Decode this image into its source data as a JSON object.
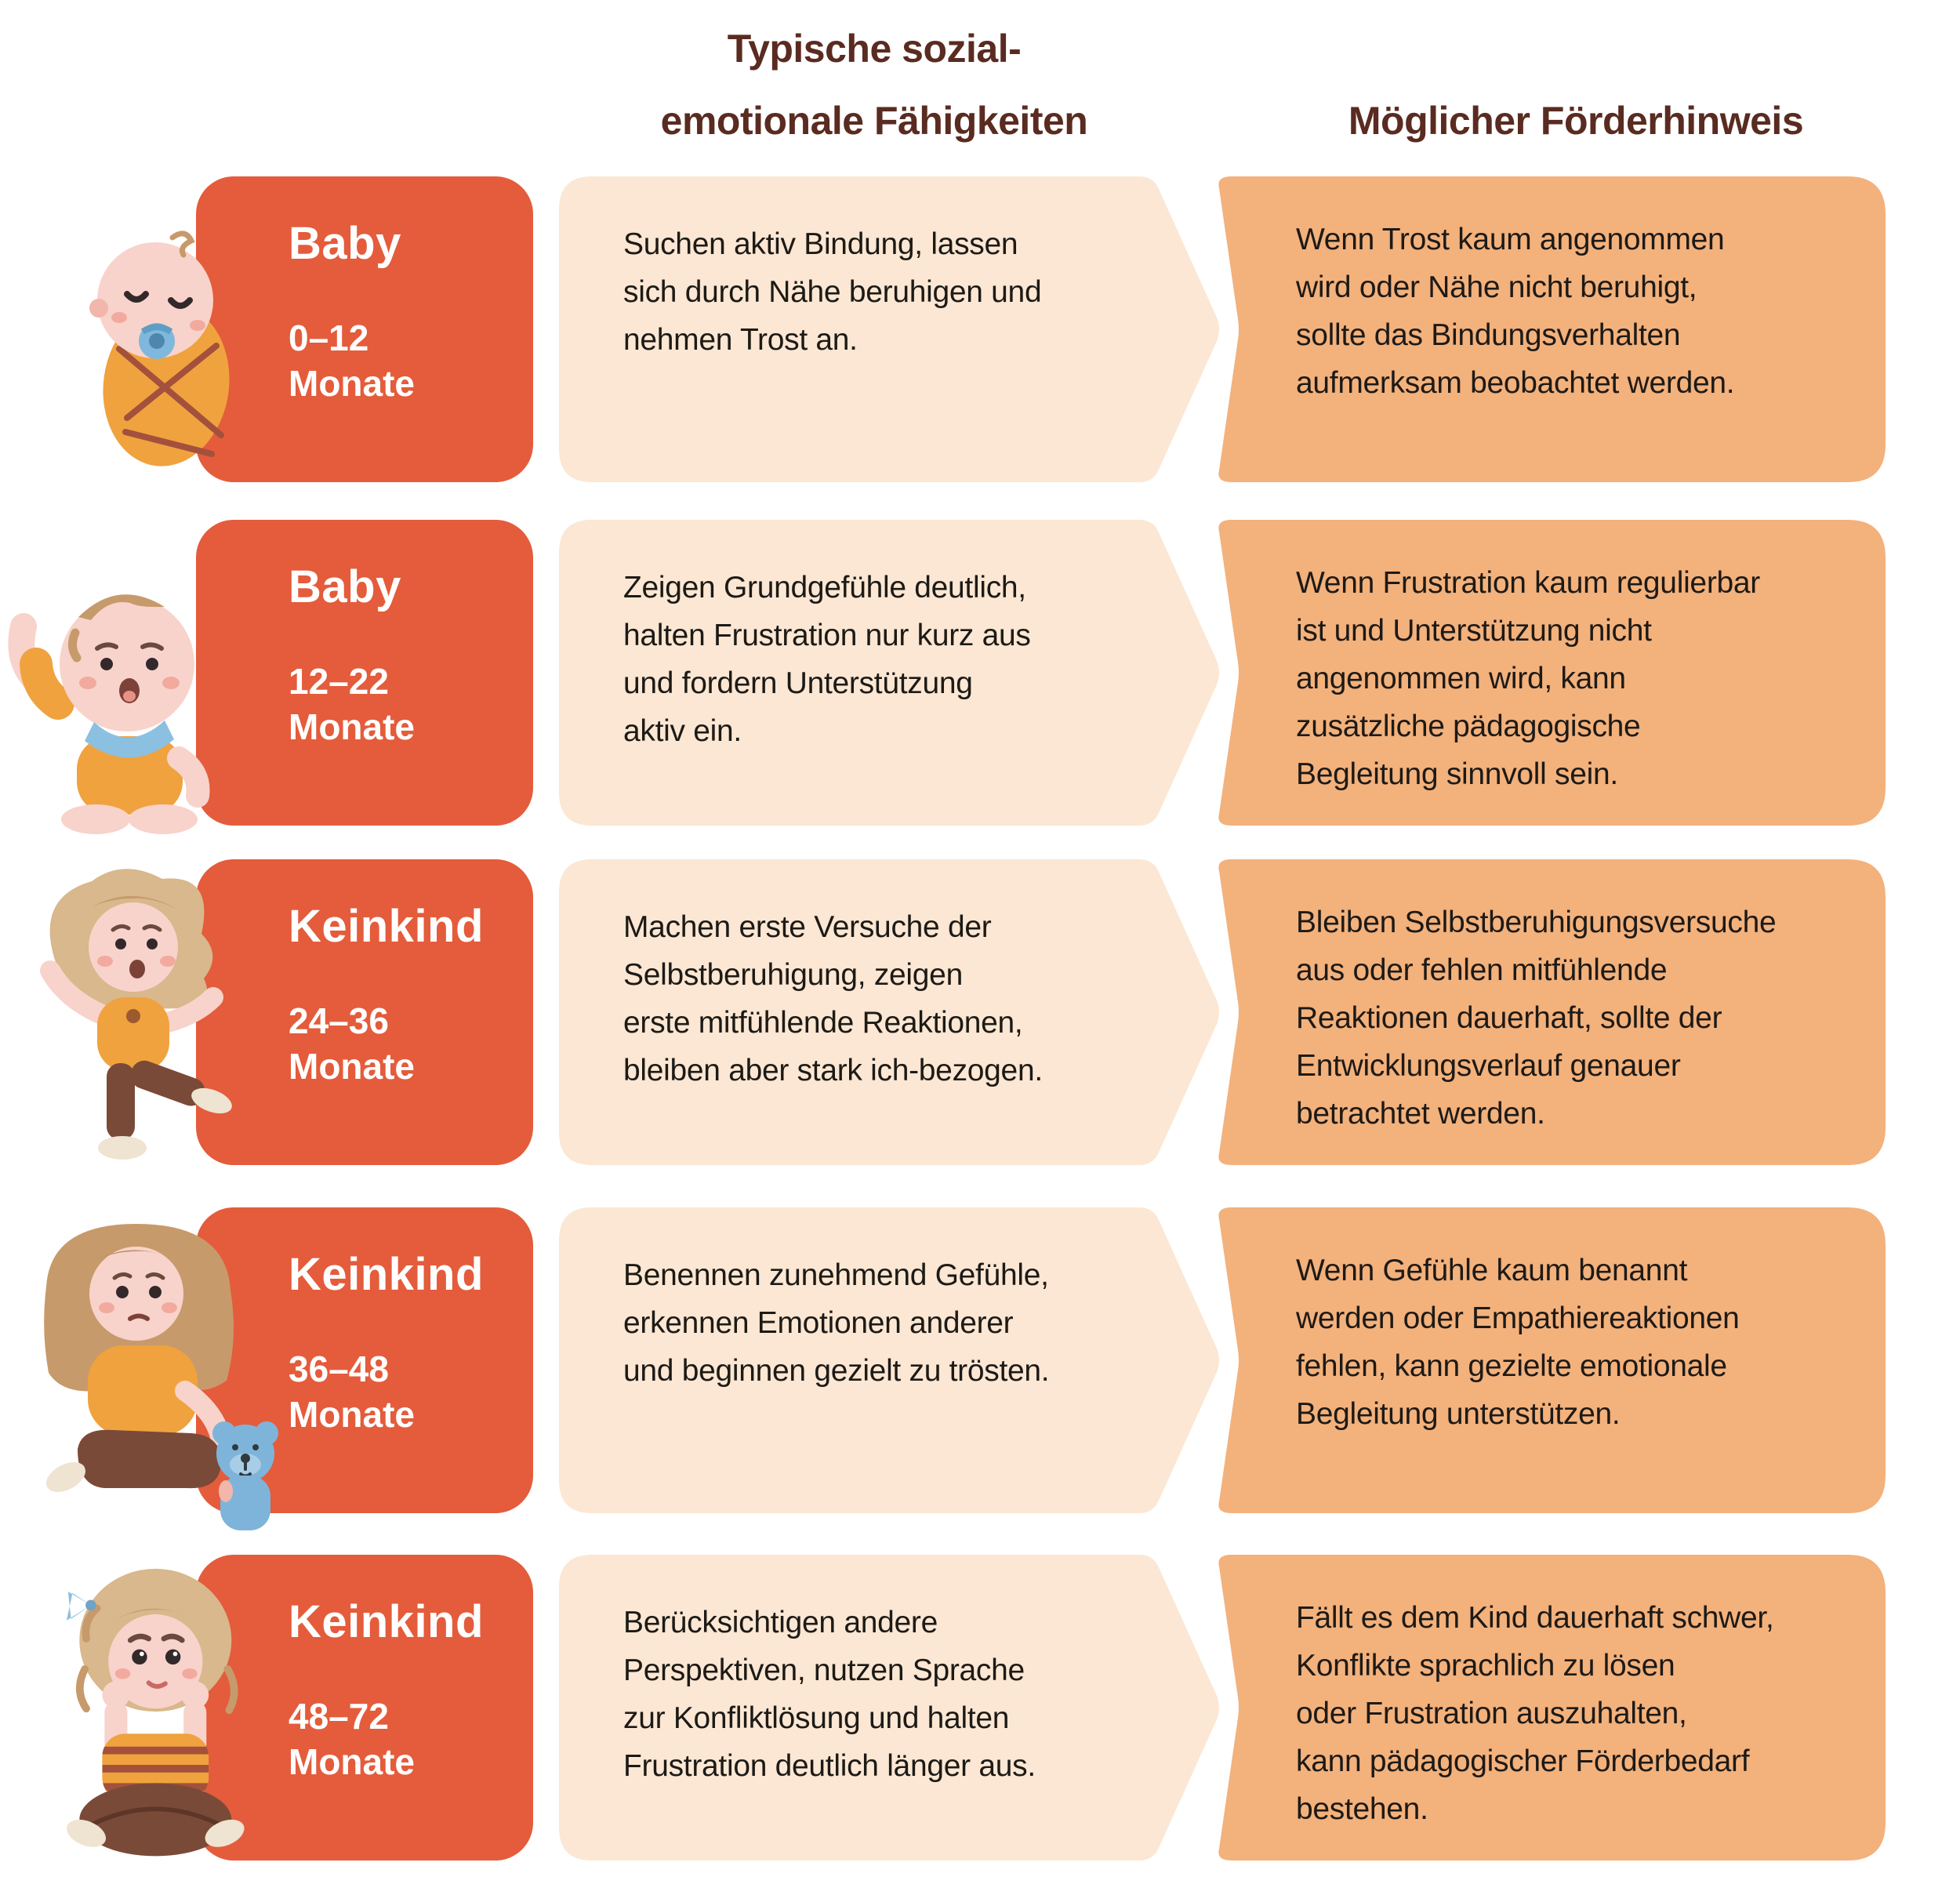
{
  "headers": {
    "abilities": "Typische sozial-\nemotionale Fähigkeiten",
    "hints": "Möglicher Förderhinweis"
  },
  "colors": {
    "age_card_red": "#E45C3B",
    "abilities_bubble_cream": "#FBE7D3",
    "hint_bubble_orange": "#F3B17C",
    "header_text_brown": "#5A2B20",
    "body_text": "#1D1A16",
    "stage_text": "#FFFFFF"
  },
  "rows": [
    {
      "stage": "Baby",
      "age_range": "0–12",
      "age_unit": "Monate",
      "illustration": "swaddled-baby",
      "abilities": "Suchen aktiv Bindung, lassen\nsich durch Nähe beruhigen und\nnehmen Trost an.",
      "hint": "Wenn Trost kaum angenommen\nwird oder Nähe nicht beruhigt,\nsollte das Bindungsverhalten\naufmerksam beobachtet werden."
    },
    {
      "stage": "Baby",
      "age_range": "12–22",
      "age_unit": "Monate",
      "illustration": "waving-baby",
      "abilities": "Zeigen Grundgefühle deutlich,\nhalten Frustration nur kurz aus\nund fordern Unterstützung\naktiv ein.",
      "hint": "Wenn Frustration kaum regulierbar\nist und Unterstützung nicht\nangenommen wird, kann\nzusätzliche pädagogische\nBegleitung sinnvoll sein."
    },
    {
      "stage": "Keinkind",
      "age_range": "24–36",
      "age_unit": "Monate",
      "illustration": "balancing-toddler",
      "abilities": "Machen erste Versuche der\nSelbstberuhigung, zeigen\nerste mitfühlende Reaktionen,\nbleiben aber stark ich-bezogen.",
      "hint": "Bleiben Selbstberuhigungsversuche\naus oder fehlen mitfühlende\nReaktionen dauerhaft, sollte der\nEntwicklungsverlauf genauer\nbetrachtet werden."
    },
    {
      "stage": "Keinkind",
      "age_range": "36–48",
      "age_unit": "Monate",
      "illustration": "child-with-teddy",
      "abilities": "Benennen zunehmend Gefühle,\nerkennen Emotionen anderer\nund beginnen gezielt zu trösten.",
      "hint": "Wenn Gefühle kaum benannt\nwerden oder Empathiereaktionen\nfehlen, kann gezielte emotionale\nBegleitung unterstützen."
    },
    {
      "stage": "Keinkind",
      "age_range": "48–72",
      "age_unit": "Monate",
      "illustration": "sitting-child",
      "abilities": "Berücksichtigen andere\nPerspektiven, nutzen Sprache\nzur Konfliktlösung und halten\nFrustration deutlich länger aus.",
      "hint": "Fällt es dem Kind dauerhaft schwer,\nKonflikte sprachlich zu lösen\noder Frustration auszuhalten,\nkann pädagogischer Förderbedarf\nbestehen."
    }
  ]
}
